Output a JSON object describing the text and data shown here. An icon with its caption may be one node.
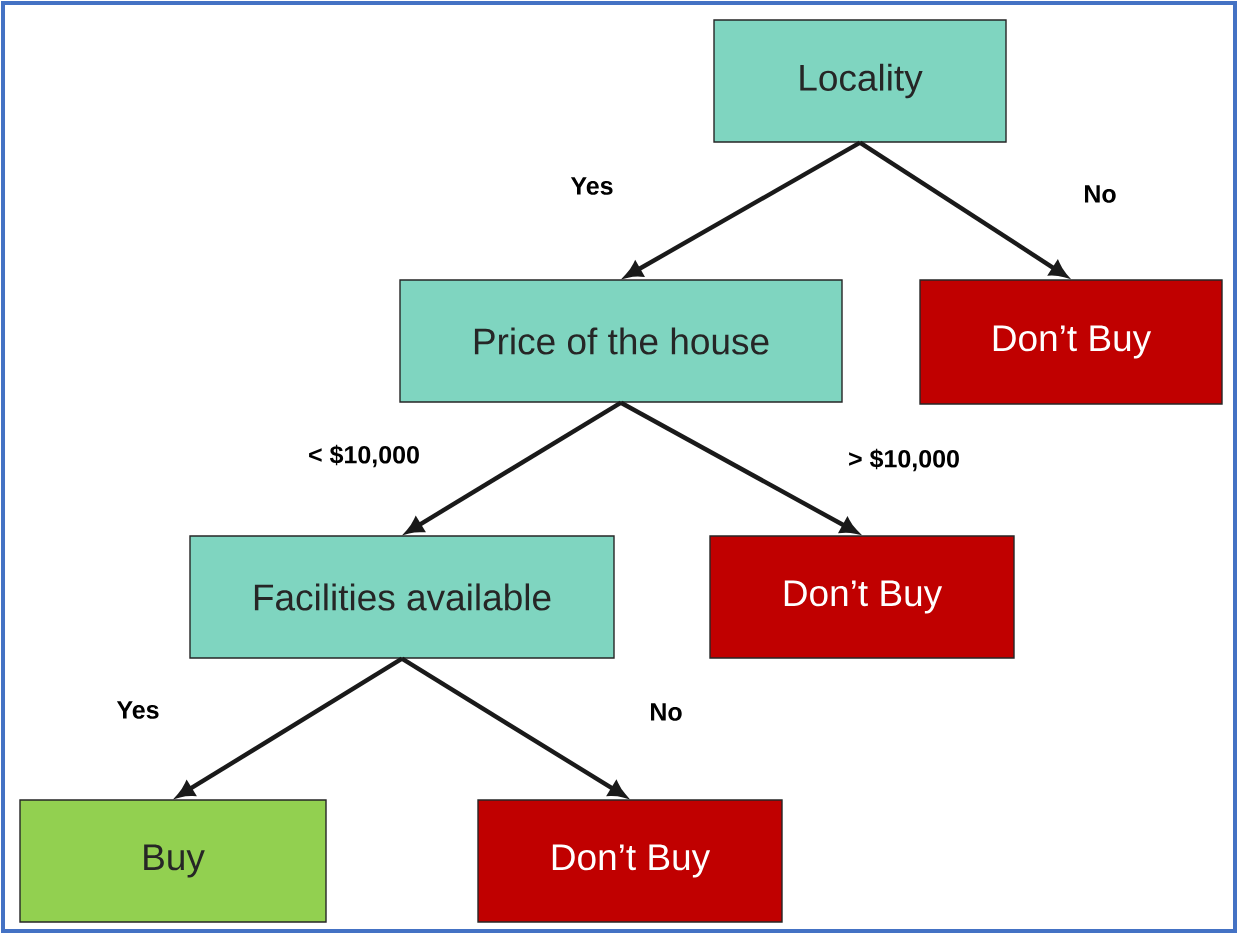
{
  "diagram": {
    "nodes": [
      {
        "text": [
          "Locality"
        ]
      },
      {
        "text": [
          "Price of the house"
        ]
      },
      {
        "text": [
          "Don’t Buy"
        ]
      },
      {
        "text": [
          "Facilities available"
        ]
      },
      {
        "text": [
          "Don’t Buy"
        ]
      },
      {
        "text": [
          "Buy"
        ]
      },
      {
        "text": [
          "Don’t Buy"
        ]
      }
    ],
    "edges": [
      {
        "from": 0,
        "to": 1,
        "arrow": "to",
        "label": "Yes"
      },
      {
        "from": 0,
        "to": 2,
        "arrow": "to",
        "label": "No"
      },
      {
        "from": 1,
        "to": 3,
        "arrow": "to",
        "label": "< $10,000"
      },
      {
        "from": 1,
        "to": 4,
        "arrow": "to",
        "label": "> $10,000"
      },
      {
        "from": 3,
        "to": 5,
        "arrow": "to",
        "label": "Yes"
      },
      {
        "from": 3,
        "to": 6,
        "arrow": "to",
        "label": "No"
      }
    ]
  }
}
